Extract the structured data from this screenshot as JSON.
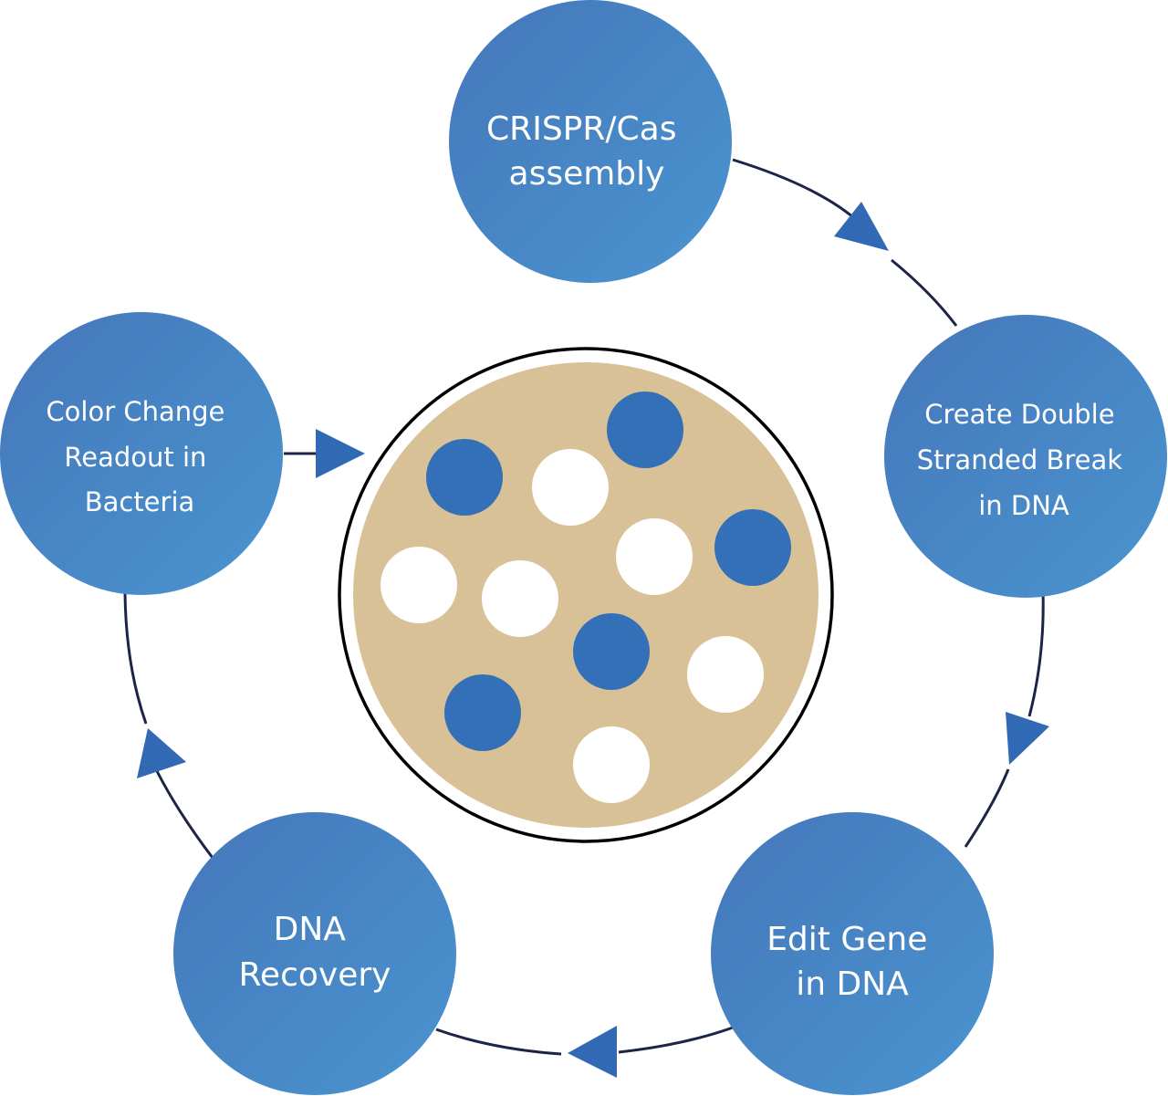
{
  "colors": {
    "node_fill_top": "#4577bb",
    "node_fill_right": "#4a94cf",
    "connector": "#1c2447",
    "arrowhead": "#3169b5",
    "dish_agar": "#d8c197",
    "dish_rim": "#000000",
    "colony_blue": "#3470b7",
    "colony_white": "#ffffff"
  },
  "nodes": [
    {
      "id": "crispr",
      "lines": [
        "CRISPR/Cas",
        "assembly"
      ]
    },
    {
      "id": "break",
      "lines": [
        "Create Double",
        "Stranded Break",
        "in DNA"
      ]
    },
    {
      "id": "edit",
      "lines": [
        "Edit Gene",
        "in DNA"
      ]
    },
    {
      "id": "recovery",
      "lines": [
        "DNA",
        "Recovery"
      ]
    },
    {
      "id": "readout",
      "lines": [
        "Color Change",
        "Readout in",
        "Bacteria"
      ]
    }
  ],
  "petri_dish": {
    "colonies": [
      "blue",
      "blue",
      "blue",
      "blue",
      "blue",
      "white",
      "white",
      "white",
      "white",
      "white",
      "white"
    ]
  }
}
